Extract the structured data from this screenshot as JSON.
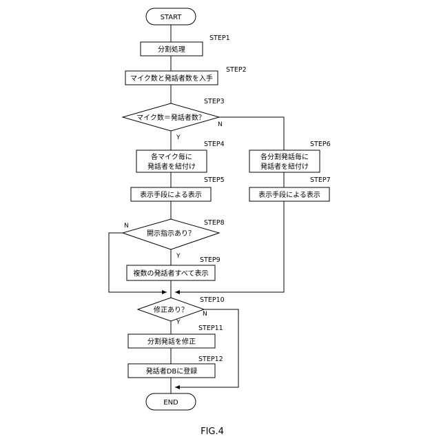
{
  "figure_label": "FIG.4",
  "terminals": {
    "start": "START",
    "end": "END"
  },
  "steps": {
    "step1": {
      "label": "STEP1",
      "text": "分割処理"
    },
    "step2": {
      "label": "STEP2",
      "text": "マイク数と発話者数を入手"
    },
    "step3": {
      "label": "STEP3",
      "text": "マイク数＝発話者数？"
    },
    "step4": {
      "label": "STEP4",
      "line1": "各マイク毎に",
      "line2": "発話者を紐付け"
    },
    "step5": {
      "label": "STEP5",
      "text": "表示手段による表示"
    },
    "step6": {
      "label": "STEP6",
      "line1": "各分割発話毎に",
      "line2": "発話者を紐付け"
    },
    "step7": {
      "label": "STEP7",
      "text": "表示手段による表示"
    },
    "step8": {
      "label": "STEP8",
      "text": "開示指示あり？"
    },
    "step9": {
      "label": "STEP9",
      "text": "複数の発話者すべて表示"
    },
    "step10": {
      "label": "STEP10",
      "text": "修正あり？"
    },
    "step11": {
      "label": "STEP11",
      "text": "分割発話を修正"
    },
    "step12": {
      "label": "STEP12",
      "text": "発話者DBに登録"
    }
  },
  "branch_labels": {
    "step3_yes": "Y",
    "step3_no": "N",
    "step8_yes": "Y",
    "step8_no": "N",
    "step10_yes": "Y",
    "step10_no": "N"
  }
}
